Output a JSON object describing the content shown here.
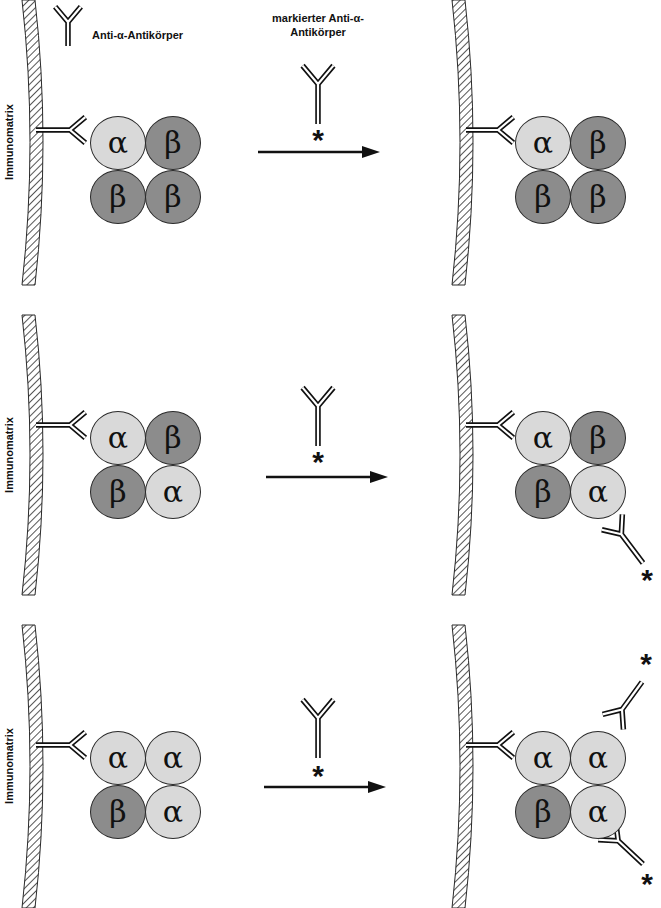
{
  "diagram": {
    "nodes": [
      {
        "text": [
          "α"
        ]
      },
      {
        "text": [
          "β"
        ]
      },
      {
        "text": [
          "β"
        ]
      },
      {
        "text": [
          "β"
        ]
      },
      {
        "text": [
          "α"
        ]
      },
      {
        "text": [
          "β"
        ]
      },
      {
        "text": [
          "β"
        ]
      },
      {
        "text": [
          "β"
        ]
      },
      {
        "text": [
          "α"
        ]
      },
      {
        "text": [
          "β"
        ]
      },
      {
        "text": [
          "β"
        ]
      },
      {
        "text": [
          "α"
        ]
      },
      {
        "text": [
          "α"
        ]
      },
      {
        "text": [
          "β"
        ]
      },
      {
        "text": [
          "β"
        ]
      },
      {
        "text": [
          "α"
        ]
      },
      {
        "text": [
          "α"
        ]
      },
      {
        "text": [
          "α"
        ]
      },
      {
        "text": [
          "β"
        ]
      },
      {
        "text": [
          "α"
        ]
      },
      {
        "text": [
          "α"
        ]
      },
      {
        "text": [
          "α"
        ]
      },
      {
        "text": [
          "β"
        ]
      },
      {
        "text": [
          "α"
        ]
      }
    ],
    "labels": [
      "Immunomatrix",
      "Anti-α-Antikörper",
      "markierter Anti-α-Antikörper",
      "*",
      "Immunomatrix",
      "*",
      "*",
      "Immunomatrix",
      "*",
      "*",
      "*"
    ]
  }
}
